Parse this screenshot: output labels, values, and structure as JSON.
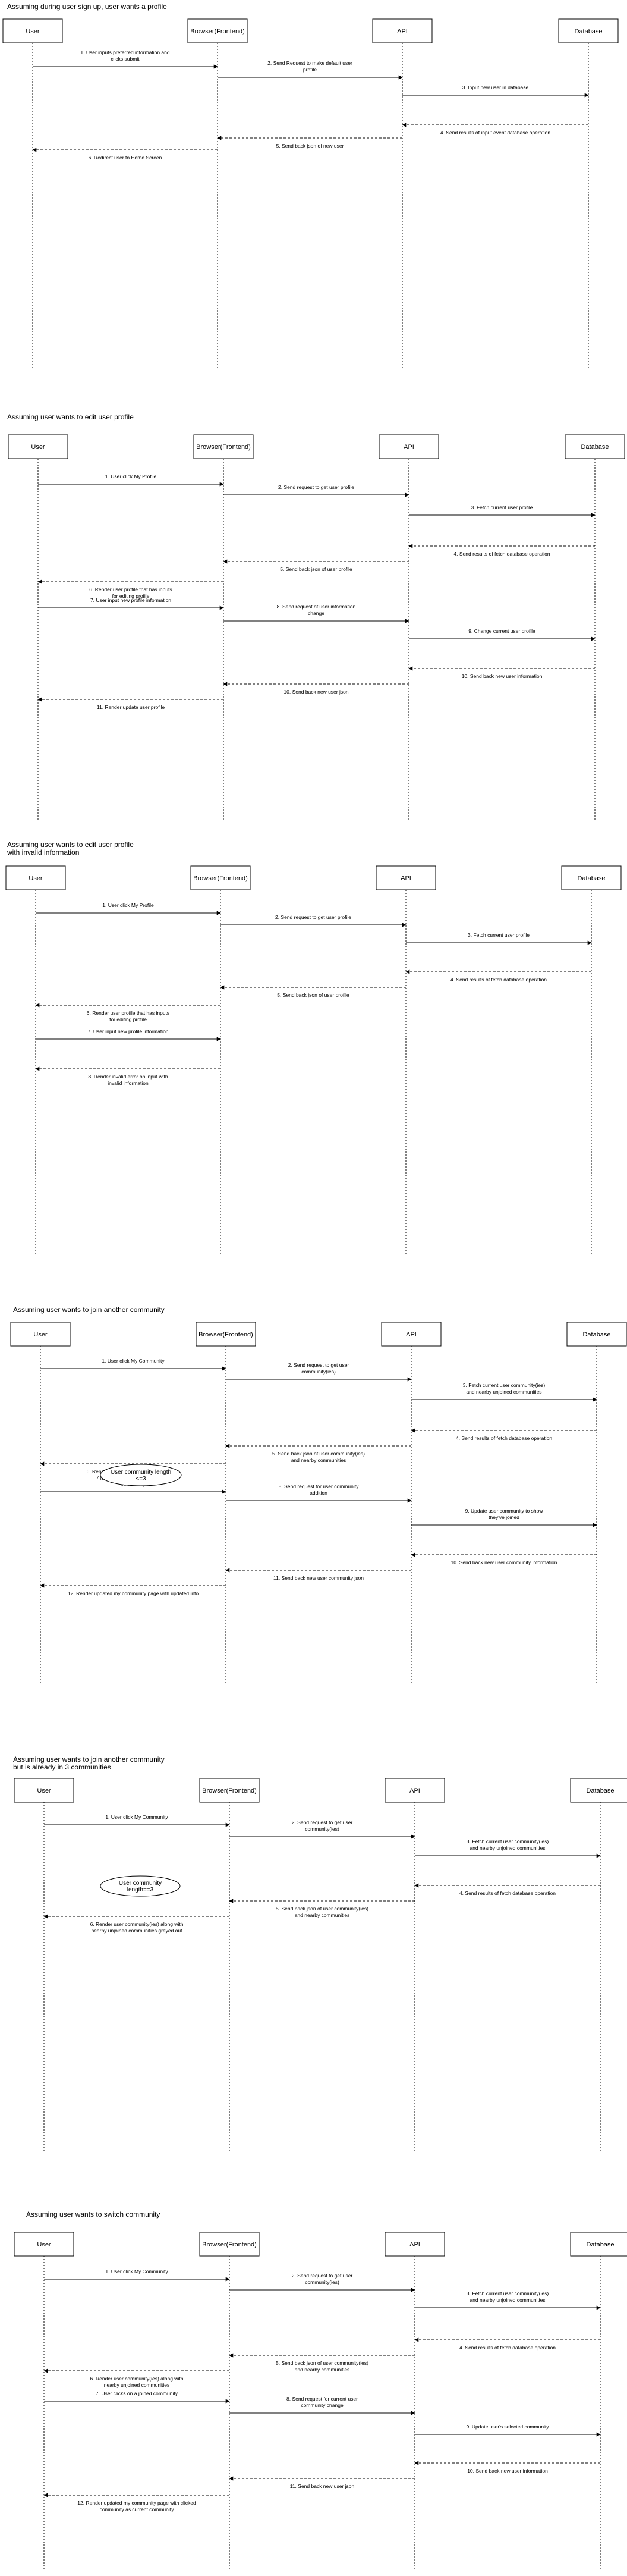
{
  "actors": [
    "User",
    "Browser(Frontend)",
    "API",
    "Database"
  ],
  "diagrams": [
    {
      "title": [
        "Assuming during user sign up, user wants a profile"
      ],
      "messages": [
        {
          "from": 0,
          "to": 1,
          "dashed": false,
          "label": [
            "1. User inputs preferred information and",
            "clicks submit"
          ]
        },
        {
          "from": 1,
          "to": 2,
          "dashed": false,
          "label": [
            "2. Send Request to make default user",
            "profile"
          ]
        },
        {
          "from": 2,
          "to": 3,
          "dashed": false,
          "label": [
            "3. Input new user in database"
          ]
        },
        {
          "from": 3,
          "to": 2,
          "dashed": true,
          "label": [
            "4. Send results of input event database operation"
          ]
        },
        {
          "from": 2,
          "to": 1,
          "dashed": true,
          "label": [
            "5. Send back json of new user"
          ]
        },
        {
          "from": 1,
          "to": 0,
          "dashed": true,
          "label": [
            "6. Redirect user to Home Screen"
          ]
        }
      ],
      "notes": []
    },
    {
      "title": [
        "Assuming user wants to edit user profile"
      ],
      "messages": [
        {
          "from": 0,
          "to": 1,
          "dashed": false,
          "label": [
            "1. User click My Profile"
          ]
        },
        {
          "from": 1,
          "to": 2,
          "dashed": false,
          "label": [
            "2. Send request to get user profile"
          ]
        },
        {
          "from": 2,
          "to": 3,
          "dashed": false,
          "label": [
            "3. Fetch current user profile"
          ]
        },
        {
          "from": 3,
          "to": 2,
          "dashed": true,
          "label": [
            "4. Send results of fetch database operation"
          ]
        },
        {
          "from": 2,
          "to": 1,
          "dashed": true,
          "label": [
            "5. Send back json of user profile"
          ]
        },
        {
          "from": 1,
          "to": 0,
          "dashed": true,
          "label": [
            "6. Render user profile that has inputs",
            "for editing profile"
          ]
        },
        {
          "from": 0,
          "to": 1,
          "dashed": false,
          "label": [
            "7. User input new profile information"
          ]
        },
        {
          "from": 1,
          "to": 2,
          "dashed": false,
          "label": [
            "8. Send request of user information",
            "change"
          ]
        },
        {
          "from": 2,
          "to": 3,
          "dashed": false,
          "label": [
            "9. Change current user profile"
          ]
        },
        {
          "from": 3,
          "to": 2,
          "dashed": true,
          "label": [
            "10. Send back new user information"
          ]
        },
        {
          "from": 2,
          "to": 1,
          "dashed": true,
          "label": [
            "10. Send back new user json"
          ]
        },
        {
          "from": 1,
          "to": 0,
          "dashed": true,
          "label": [
            "11. Render update user profile"
          ]
        }
      ],
      "notes": []
    },
    {
      "title": [
        "Assuming user wants to edit user profile",
        "with invalid information"
      ],
      "messages": [
        {
          "from": 0,
          "to": 1,
          "dashed": false,
          "label": [
            "1. User click My Profile"
          ]
        },
        {
          "from": 1,
          "to": 2,
          "dashed": false,
          "label": [
            "2. Send request to get user profile"
          ]
        },
        {
          "from": 2,
          "to": 3,
          "dashed": false,
          "label": [
            "3. Fetch current user profile"
          ]
        },
        {
          "from": 3,
          "to": 2,
          "dashed": true,
          "label": [
            "4. Send results of fetch database operation"
          ]
        },
        {
          "from": 2,
          "to": 1,
          "dashed": true,
          "label": [
            "5. Send back json of user profile"
          ]
        },
        {
          "from": 1,
          "to": 0,
          "dashed": true,
          "label": [
            "6. Render user profile that has inputs",
            "for editing profile"
          ]
        },
        {
          "from": 0,
          "to": 1,
          "dashed": false,
          "label": [
            "7. User input new profile information"
          ]
        },
        {
          "from": 1,
          "to": 0,
          "dashed": true,
          "label": [
            "8. Render invalid error on input with",
            "invalid information"
          ]
        }
      ],
      "notes": []
    },
    {
      "title": [
        "Assuming user wants to join another community"
      ],
      "messages": [
        {
          "from": 0,
          "to": 1,
          "dashed": false,
          "label": [
            "1. User click My Community"
          ]
        },
        {
          "from": 1,
          "to": 2,
          "dashed": false,
          "label": [
            "2. Send request to get user",
            "community(ies)"
          ]
        },
        {
          "from": 2,
          "to": 3,
          "dashed": false,
          "label": [
            "3. Fetch current user community(ies)",
            "and nearby unjoined communities"
          ]
        },
        {
          "from": 3,
          "to": 2,
          "dashed": true,
          "label": [
            "4. Send results of fetch database operation"
          ]
        },
        {
          "from": 2,
          "to": 1,
          "dashed": true,
          "label": [
            "5. Send back json of user community(ies)",
            "and nearby communities"
          ]
        },
        {
          "from": 1,
          "to": 0,
          "dashed": true,
          "label": [
            "6. Render user community(ies) along with",
            "nearby unjoined communities"
          ]
        },
        {
          "from": 0,
          "to": 1,
          "dashed": false,
          "label": [
            "7. User clicks join on an unjoined",
            "community"
          ]
        },
        {
          "from": 1,
          "to": 2,
          "dashed": false,
          "label": [
            "8. Send request for user community",
            "addition"
          ]
        },
        {
          "from": 2,
          "to": 3,
          "dashed": false,
          "label": [
            "9. Update user community to show",
            "they've joined"
          ]
        },
        {
          "from": 3,
          "to": 2,
          "dashed": true,
          "label": [
            "10. Send back new user community information"
          ]
        },
        {
          "from": 2,
          "to": 1,
          "dashed": true,
          "label": [
            "11. Send back new user community json"
          ]
        },
        {
          "from": 1,
          "to": 0,
          "dashed": true,
          "label": [
            "12. Render updated my community page with updated info"
          ]
        }
      ],
      "notes": [
        {
          "label": [
            "User community length",
            "<=3"
          ]
        }
      ]
    },
    {
      "title": [
        "Assuming user wants to join another community",
        "but is already in 3 communities"
      ],
      "messages": [
        {
          "from": 0,
          "to": 1,
          "dashed": false,
          "label": [
            "1. User click My Community"
          ]
        },
        {
          "from": 1,
          "to": 2,
          "dashed": false,
          "label": [
            "2. Send request to get user",
            "community(ies)"
          ]
        },
        {
          "from": 2,
          "to": 3,
          "dashed": false,
          "label": [
            "3. Fetch current user community(ies)",
            "and nearby unjoined communities"
          ]
        },
        {
          "from": 3,
          "to": 2,
          "dashed": true,
          "label": [
            "4. Send results of fetch database operation"
          ]
        },
        {
          "from": 2,
          "to": 1,
          "dashed": true,
          "label": [
            "5. Send back json of user community(ies)",
            "and nearby communities"
          ]
        },
        {
          "from": 1,
          "to": 0,
          "dashed": true,
          "label": [
            "6. Render user community(ies) along with",
            "nearby unjoined communities greyed out"
          ]
        }
      ],
      "notes": [
        {
          "label": [
            "User community",
            "length==3"
          ]
        }
      ]
    },
    {
      "title": [
        "Assuming user wants to switch community"
      ],
      "messages": [
        {
          "from": 0,
          "to": 1,
          "dashed": false,
          "label": [
            "1. User click My Community"
          ]
        },
        {
          "from": 1,
          "to": 2,
          "dashed": false,
          "label": [
            "2. Send request to get user",
            "community(ies)"
          ]
        },
        {
          "from": 2,
          "to": 3,
          "dashed": false,
          "label": [
            "3. Fetch current user community(ies)",
            "and nearby unjoined communities"
          ]
        },
        {
          "from": 3,
          "to": 2,
          "dashed": true,
          "label": [
            "4. Send results of fetch database operation"
          ]
        },
        {
          "from": 2,
          "to": 1,
          "dashed": true,
          "label": [
            "5. Send back json of user community(ies)",
            "and nearby communities"
          ]
        },
        {
          "from": 1,
          "to": 0,
          "dashed": true,
          "label": [
            "6. Render user community(ies) along with",
            "nearby unjoined communities"
          ]
        },
        {
          "from": 0,
          "to": 1,
          "dashed": false,
          "label": [
            "7. User clicks on a joined community"
          ]
        },
        {
          "from": 1,
          "to": 2,
          "dashed": false,
          "label": [
            "8. Send request for current user",
            "community change"
          ]
        },
        {
          "from": 2,
          "to": 3,
          "dashed": false,
          "label": [
            "9. Update user's selected community"
          ]
        },
        {
          "from": 3,
          "to": 2,
          "dashed": true,
          "label": [
            "10. Send back new user information"
          ]
        },
        {
          "from": 2,
          "to": 1,
          "dashed": true,
          "label": [
            "11. Send back new user json"
          ]
        },
        {
          "from": 1,
          "to": 0,
          "dashed": true,
          "label": [
            "12. Render updated my community page with clicked",
            "community as current community"
          ]
        }
      ],
      "notes": []
    }
  ]
}
